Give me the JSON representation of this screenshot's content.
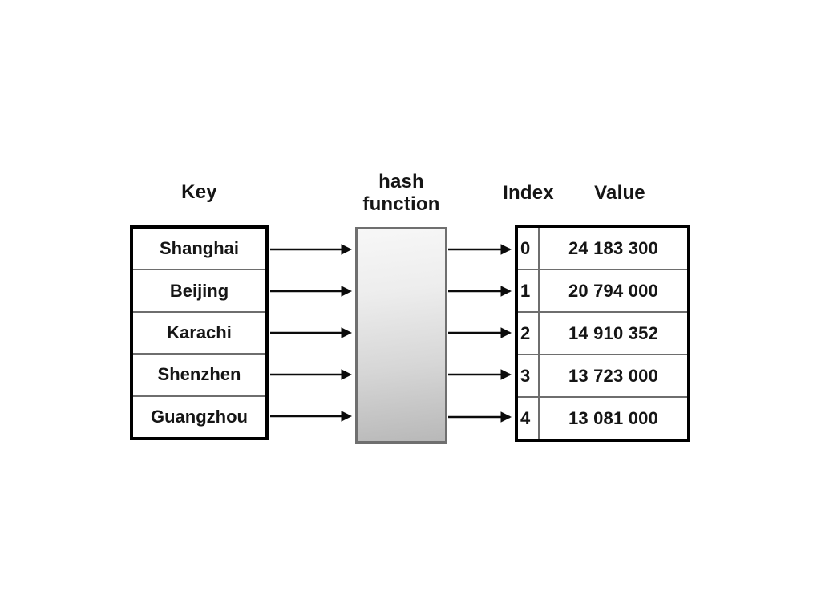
{
  "diagram": {
    "key_column": {
      "header": "Key",
      "keys": [
        "Shanghai",
        "Beijing",
        "Karachi",
        "Shenzhen",
        "Guangzhou"
      ]
    },
    "hash_function": {
      "label_line1": "hash",
      "label_line2": "function"
    },
    "index_value_table": {
      "index_header": "Index",
      "value_header": "Value",
      "rows": [
        {
          "index": "0",
          "value": "24 183 300"
        },
        {
          "index": "1",
          "value": "20 794 000"
        },
        {
          "index": "2",
          "value": "14 910 352"
        },
        {
          "index": "3",
          "value": "13 723 000"
        },
        {
          "index": "4",
          "value": "13 081 000"
        }
      ]
    },
    "colors": {
      "background": "#ffffff",
      "text": "#151515",
      "box_border": "#000000",
      "row_separator": "#6e6e6e",
      "hash_box_border": "#6f6f6f",
      "hash_box_gradient_top": "#f7f7f7",
      "hash_box_gradient_bottom": "#b8b8b8",
      "arrow": "#0b0b0b"
    }
  }
}
